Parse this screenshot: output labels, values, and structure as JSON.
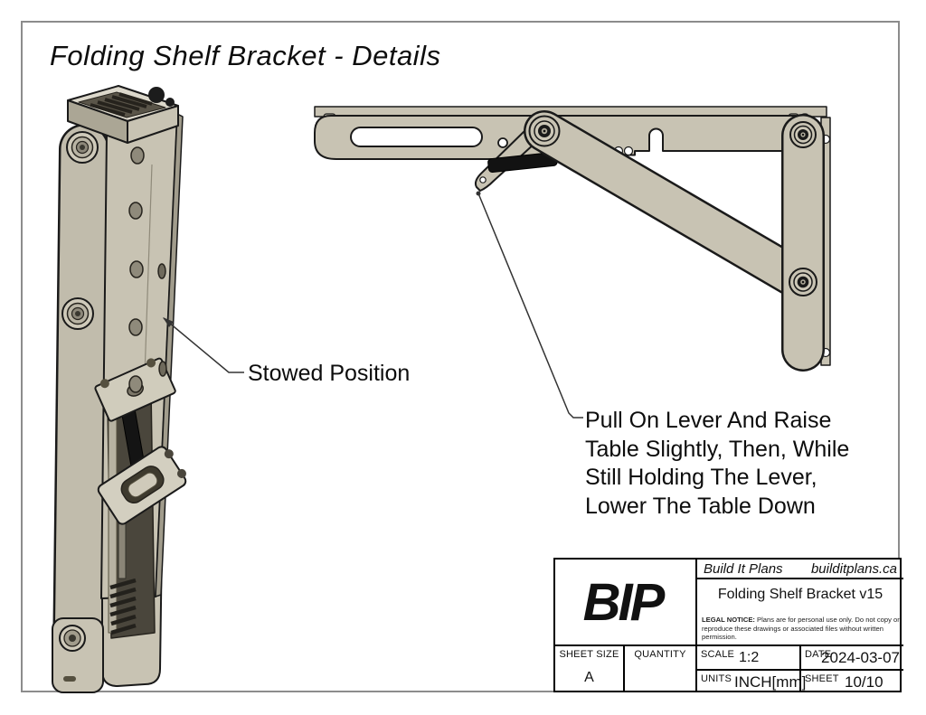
{
  "page": {
    "title": "Folding Shelf Bracket - Details"
  },
  "annotations": {
    "stowed_label": "Stowed Position",
    "lever_note_lines": [
      "Pull On Lever And Raise",
      "Table Slightly, Then, While",
      "Still Holding The Lever,",
      "Lower The Table Down"
    ]
  },
  "title_block": {
    "logo_text": "BIP",
    "company": "Build It Plans",
    "website": "builditplans.ca",
    "drawing_title": "Folding Shelf Bracket v15",
    "legal_label": "LEGAL NOTICE:",
    "legal_text": " Plans are for personal use only. Do not copy or reproduce these drawings or associated files without written permission.",
    "sheet_size_label": "SHEET SIZE",
    "sheet_size_value": "A",
    "quantity_label": "QUANTITY",
    "quantity_value": "",
    "scale_label": "SCALE",
    "scale_value": "1:2",
    "date_label": "DATE",
    "date_value": "2024-03-07",
    "units_label": "UNITS",
    "units_value": "INCH[mm]",
    "sheet_label": "SHEET",
    "sheet_value": "10/10"
  },
  "colors": {
    "bracket_tan": "#c8c3b3",
    "bracket_shadow": "#aba695",
    "bracket_light": "#dcd8cb",
    "bracket_interior": "#55503f",
    "outline": "#1a1a1a",
    "grip_black": "#141414",
    "frame_gray": "#8c8c8c",
    "leader_line": "#333333"
  }
}
